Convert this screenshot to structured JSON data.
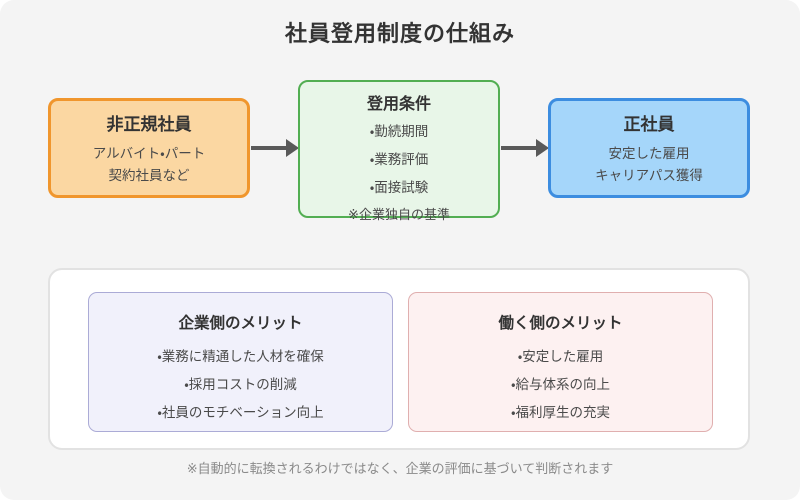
{
  "title": "社員登用制度の仕組み",
  "colors": {
    "background": "#f4f4f4",
    "arrow": "#595959",
    "non_regular_fill": "#fbd7a2",
    "non_regular_border": "#f0962d",
    "conditions_fill": "#e8f6e8",
    "conditions_border": "#52ae52",
    "regular_fill": "#a5d6fa",
    "regular_border": "#3c8de0",
    "company_merit_fill": "#f1f1fb",
    "company_merit_border": "#ababd6",
    "worker_merit_fill": "#fdf1f1",
    "worker_merit_border": "#e0afaf",
    "panel_fill": "#ffffff",
    "panel_border": "#e2e2e2"
  },
  "flow": {
    "non_regular": {
      "title": "非正規社員",
      "lines": [
        "アルバイト・パート",
        "契約社員など"
      ]
    },
    "conditions": {
      "title": "登用条件",
      "items": [
        "・勤続期間",
        "・業務評価",
        "・面接試験"
      ],
      "note": "※企業独自の基準"
    },
    "regular": {
      "title": "正社員",
      "lines": [
        "安定した雇用",
        "キャリアパス獲得"
      ]
    }
  },
  "merits": {
    "company": {
      "title": "企業側のメリット",
      "items": [
        "・業務に精通した人材を確保",
        "・採用コストの削減",
        "・社員のモチベーション向上"
      ]
    },
    "worker": {
      "title": "働く側のメリット",
      "items": [
        "・安定した雇用",
        "・給与体系の向上",
        "・福利厚生の充実"
      ]
    }
  },
  "footnote": "※自動的に転換されるわけではなく、企業の評価に基づいて判断されます"
}
